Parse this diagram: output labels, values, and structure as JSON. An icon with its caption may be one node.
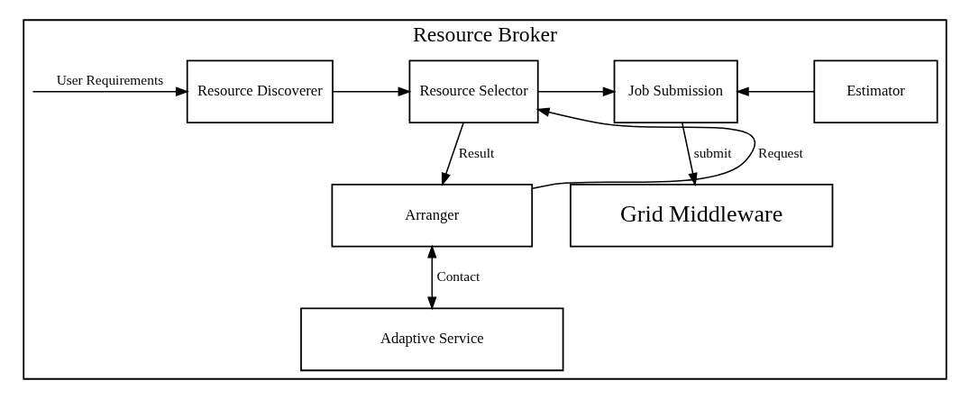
{
  "diagram": {
    "nodes": [
      {
        "text": [
          "Resource Broker"
        ]
      },
      {
        "text": [
          "Resource Discoverer"
        ],
        "in": 0
      },
      {
        "text": [
          "Resource Selector"
        ],
        "in": 0
      },
      {
        "text": [
          "Job Submission"
        ],
        "in": 0
      },
      {
        "text": [
          "Estimator"
        ],
        "in": 0
      },
      {
        "text": [
          "Arranger"
        ],
        "in": 0
      },
      {
        "text": [
          "Adaptive Service"
        ],
        "in": 0
      },
      {
        "text": [
          "Grid Middleware"
        ],
        "in": 0
      }
    ],
    "edges": [
      {
        "from": null,
        "to": 1,
        "arrow": "to",
        "label": "User Requirements"
      },
      {
        "from": 1,
        "to": 2,
        "arrow": "to"
      },
      {
        "from": 5,
        "to": 2,
        "arrow": "to",
        "label": "Request"
      },
      {
        "from": 2,
        "to": 3,
        "arrow": "to"
      },
      {
        "from": 2,
        "to": 5,
        "arrow": "to",
        "label": "Result"
      },
      {
        "from": 4,
        "to": 3,
        "arrow": "to"
      },
      {
        "from": 3,
        "to": 7,
        "arrow": "to",
        "label": "submit"
      },
      {
        "from": 5,
        "to": 6,
        "arrow": "both",
        "label": "Contact"
      }
    ]
  }
}
